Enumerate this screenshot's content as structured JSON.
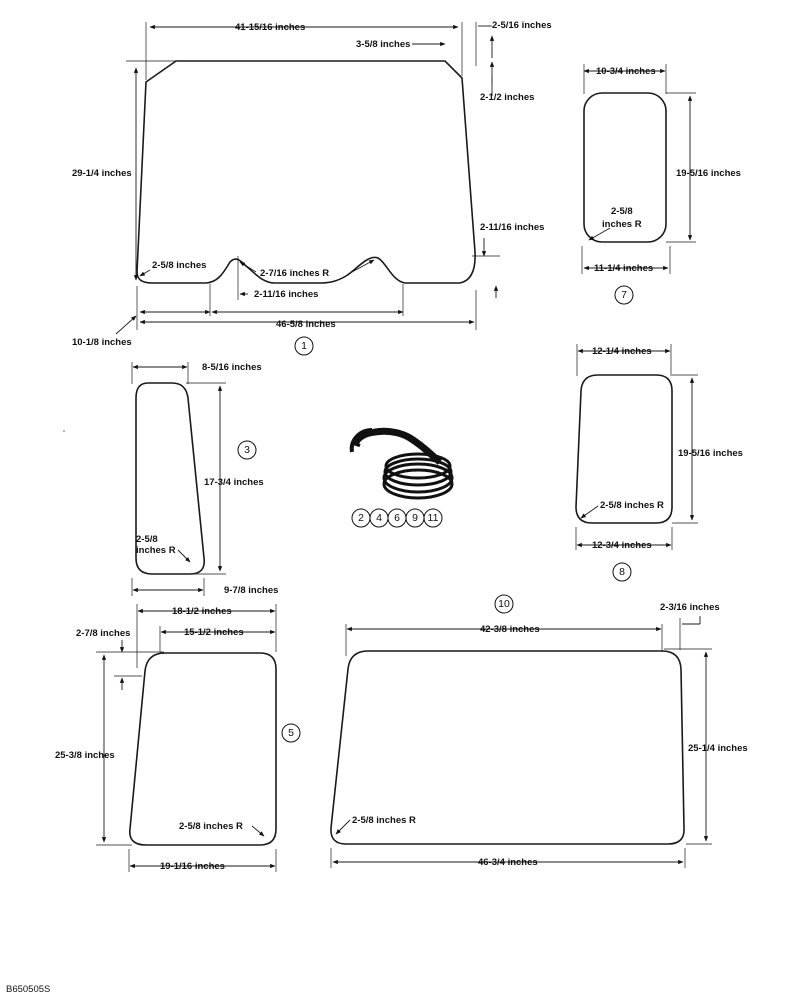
{
  "drawing_id": "B650505S",
  "parts": {
    "p1": {
      "callout": "1",
      "width_top": "41-15/16 inches",
      "corner_top_right": "2-5/16 inches",
      "corner_inset": "3-5/8 inches",
      "side_upper": "2-1/2 inches",
      "height": "29-1/4 inches",
      "side_lower": "2-11/16 inches",
      "radius_corner": "2-5/8 inches",
      "radius_notch": "2-7/16 inches R",
      "notch_offset": "2-11/16 inches",
      "left_offset": "10-1/8 inches",
      "width_bottom": "46-5/8 inches"
    },
    "p7": {
      "callout": "7",
      "width_top": "10-3/4 inches",
      "height": "19-5/16 inches",
      "radius_line1": "2-5/8",
      "radius_line2": "inches R",
      "width_bottom": "11-1/4 inches"
    },
    "p3": {
      "callout": "3",
      "width_top": "8-5/16 inches",
      "height": "17-3/4 inches",
      "radius_line1": "2-5/8",
      "radius_line2": "inches R",
      "width_bottom": "9-7/8 inches"
    },
    "p8": {
      "callout": "8",
      "width_top": "12-1/4 inches",
      "height": "19-5/16 inches",
      "radius": "2-5/8 inches R",
      "width_bottom": "12-3/4 inches"
    },
    "seal": {
      "callouts": [
        "2",
        "4",
        "6",
        "9",
        "11"
      ]
    },
    "p10": {
      "callout": "10",
      "corner": "2-3/16 inches",
      "width_top": "42-3/8 inches",
      "height": "25-1/4 inches",
      "radius": "2-5/8 inches R",
      "width_bottom": "46-3/4 inches"
    },
    "p5": {
      "callout": "5",
      "width_top_outer": "18-1/2 inches",
      "corner": "2-7/8 inches",
      "width_top": "15-1/2 inches",
      "height": "25-3/8 inches",
      "radius": "2-5/8 inches R",
      "width_bottom": "19-1/16 inches"
    }
  }
}
